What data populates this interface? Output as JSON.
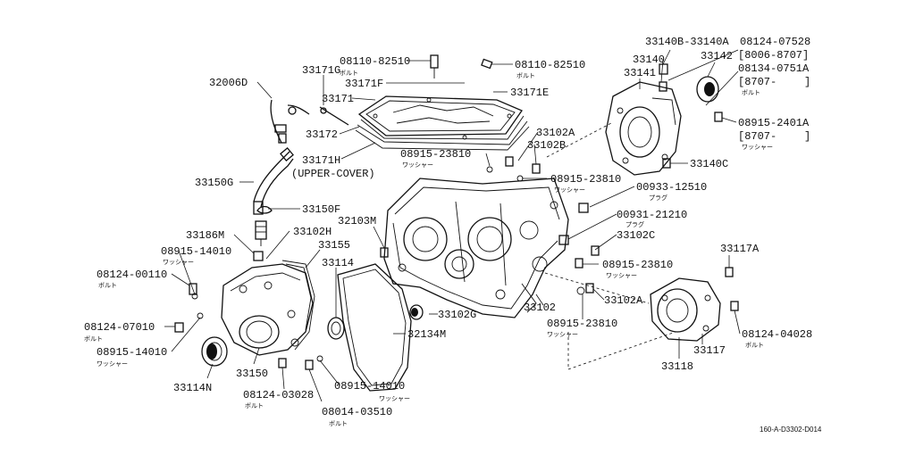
{
  "diagram": {
    "parts": {
      "p08110_82510_a": "08110-82510",
      "bolt_a": "ボルト",
      "p08110_82510_b": "08110-82510",
      "bolt_b": "ボルト",
      "p33171G": "33171G",
      "p33171F": "33171F",
      "p33171E": "33171E",
      "p32006D": "32006D",
      "p33171": "33171",
      "p33172": "33172",
      "p33171H": "33171H",
      "upper_cover": "(UPPER-COVER)",
      "p33150G": "33150G",
      "p33150F": "33150F",
      "p33186M": "33186M",
      "p08915_14010_a": "08915-14010",
      "washer_a": "ワッシャー",
      "p08124_00110": "08124-00110",
      "bolt_c": "ボルト",
      "p08124_07010": "08124-07010",
      "bolt_d": "ボルト",
      "p08915_14010_b": "08915-14010",
      "washer_b": "ワッシャー",
      "p33114N": "33114N",
      "p33150": "33150",
      "p08124_03028": "08124-03028",
      "bolt_e": "ボルト",
      "p08014_03510": "08014-03510",
      "bolt_f": "ボルト",
      "p08915_14010_c": "08915-14010",
      "washer_c": "ワッシャー",
      "p33102H": "33102H",
      "p33155": "33155",
      "p33114": "33114",
      "p32103M": "32103M",
      "p08915_23810_a": "08915-23810",
      "washer_d": "ワッシャー",
      "p33102A_a": "33102A",
      "p33102B": "33102B",
      "p08915_23810_b": "08915-23810",
      "washer_e": "ワッシャー",
      "p00933_12510": "00933-12510",
      "plug_a": "プラグ",
      "p00931_21210": "00931-21210",
      "plug_b": "プラグ",
      "p33102C": "33102C",
      "p08915_23810_c": "08915-23810",
      "washer_f": "ワッシャー",
      "p33102A_b": "33102A",
      "p08915_23810_d": "08915-23810",
      "washer_g": "ワッシャー",
      "p33102": "33102",
      "p33102G": "33102G",
      "p32134M": "32134M",
      "p33140B_33140A": "33140B-33140A",
      "p33140": "33140",
      "p33141": "33141",
      "p33142": "33142",
      "p08124_07528": "08124-07528",
      "range_a": "[8006-8707]",
      "p08134_0751A": "08134-0751A",
      "range_b": "[8707-",
      "bracket_b": "]",
      "bolt_g": "ボルト",
      "p08915_2401A": "08915-2401A",
      "range_c": "[8707-",
      "bracket_c": "]",
      "washer_h": "ワッシャー",
      "p33140C": "33140C",
      "p33117A": "33117A",
      "p08124_04028": "08124-04028",
      "bolt_h": "ボルト",
      "p33117": "33117",
      "p33118": "33118"
    },
    "reference": "160-A-D3302-D014"
  }
}
